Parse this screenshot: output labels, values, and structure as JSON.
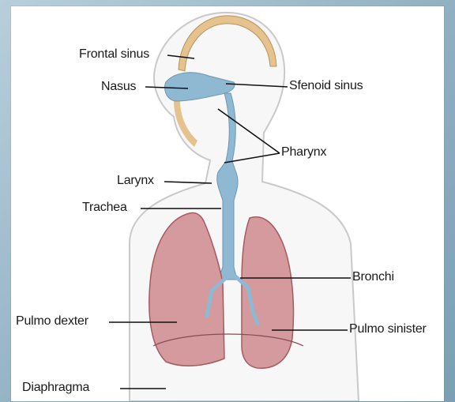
{
  "labels": {
    "frontal_sinus": "Frontal sinus",
    "nasus": "Nasus",
    "sfenoid_sinus": "Sfenoid sinus",
    "pharynx": "Pharynx",
    "larynx": "Larynx",
    "trachea": "Trachea",
    "bronchi": "Bronchi",
    "pulmo_dexter": "Pulmo dexter",
    "pulmo_sinister": "Pulmo sinister",
    "diaphragma": "Diaphragma"
  },
  "colors": {
    "background": "#8fb0c1",
    "card": "#ffffff",
    "skin_outline": "#c8c8c8",
    "skull_bone": "#e6c28f",
    "airway": "#8fb8d2",
    "lung": "#d49a9e",
    "lung_outline": "#a65a62",
    "leader_line": "#111111"
  }
}
